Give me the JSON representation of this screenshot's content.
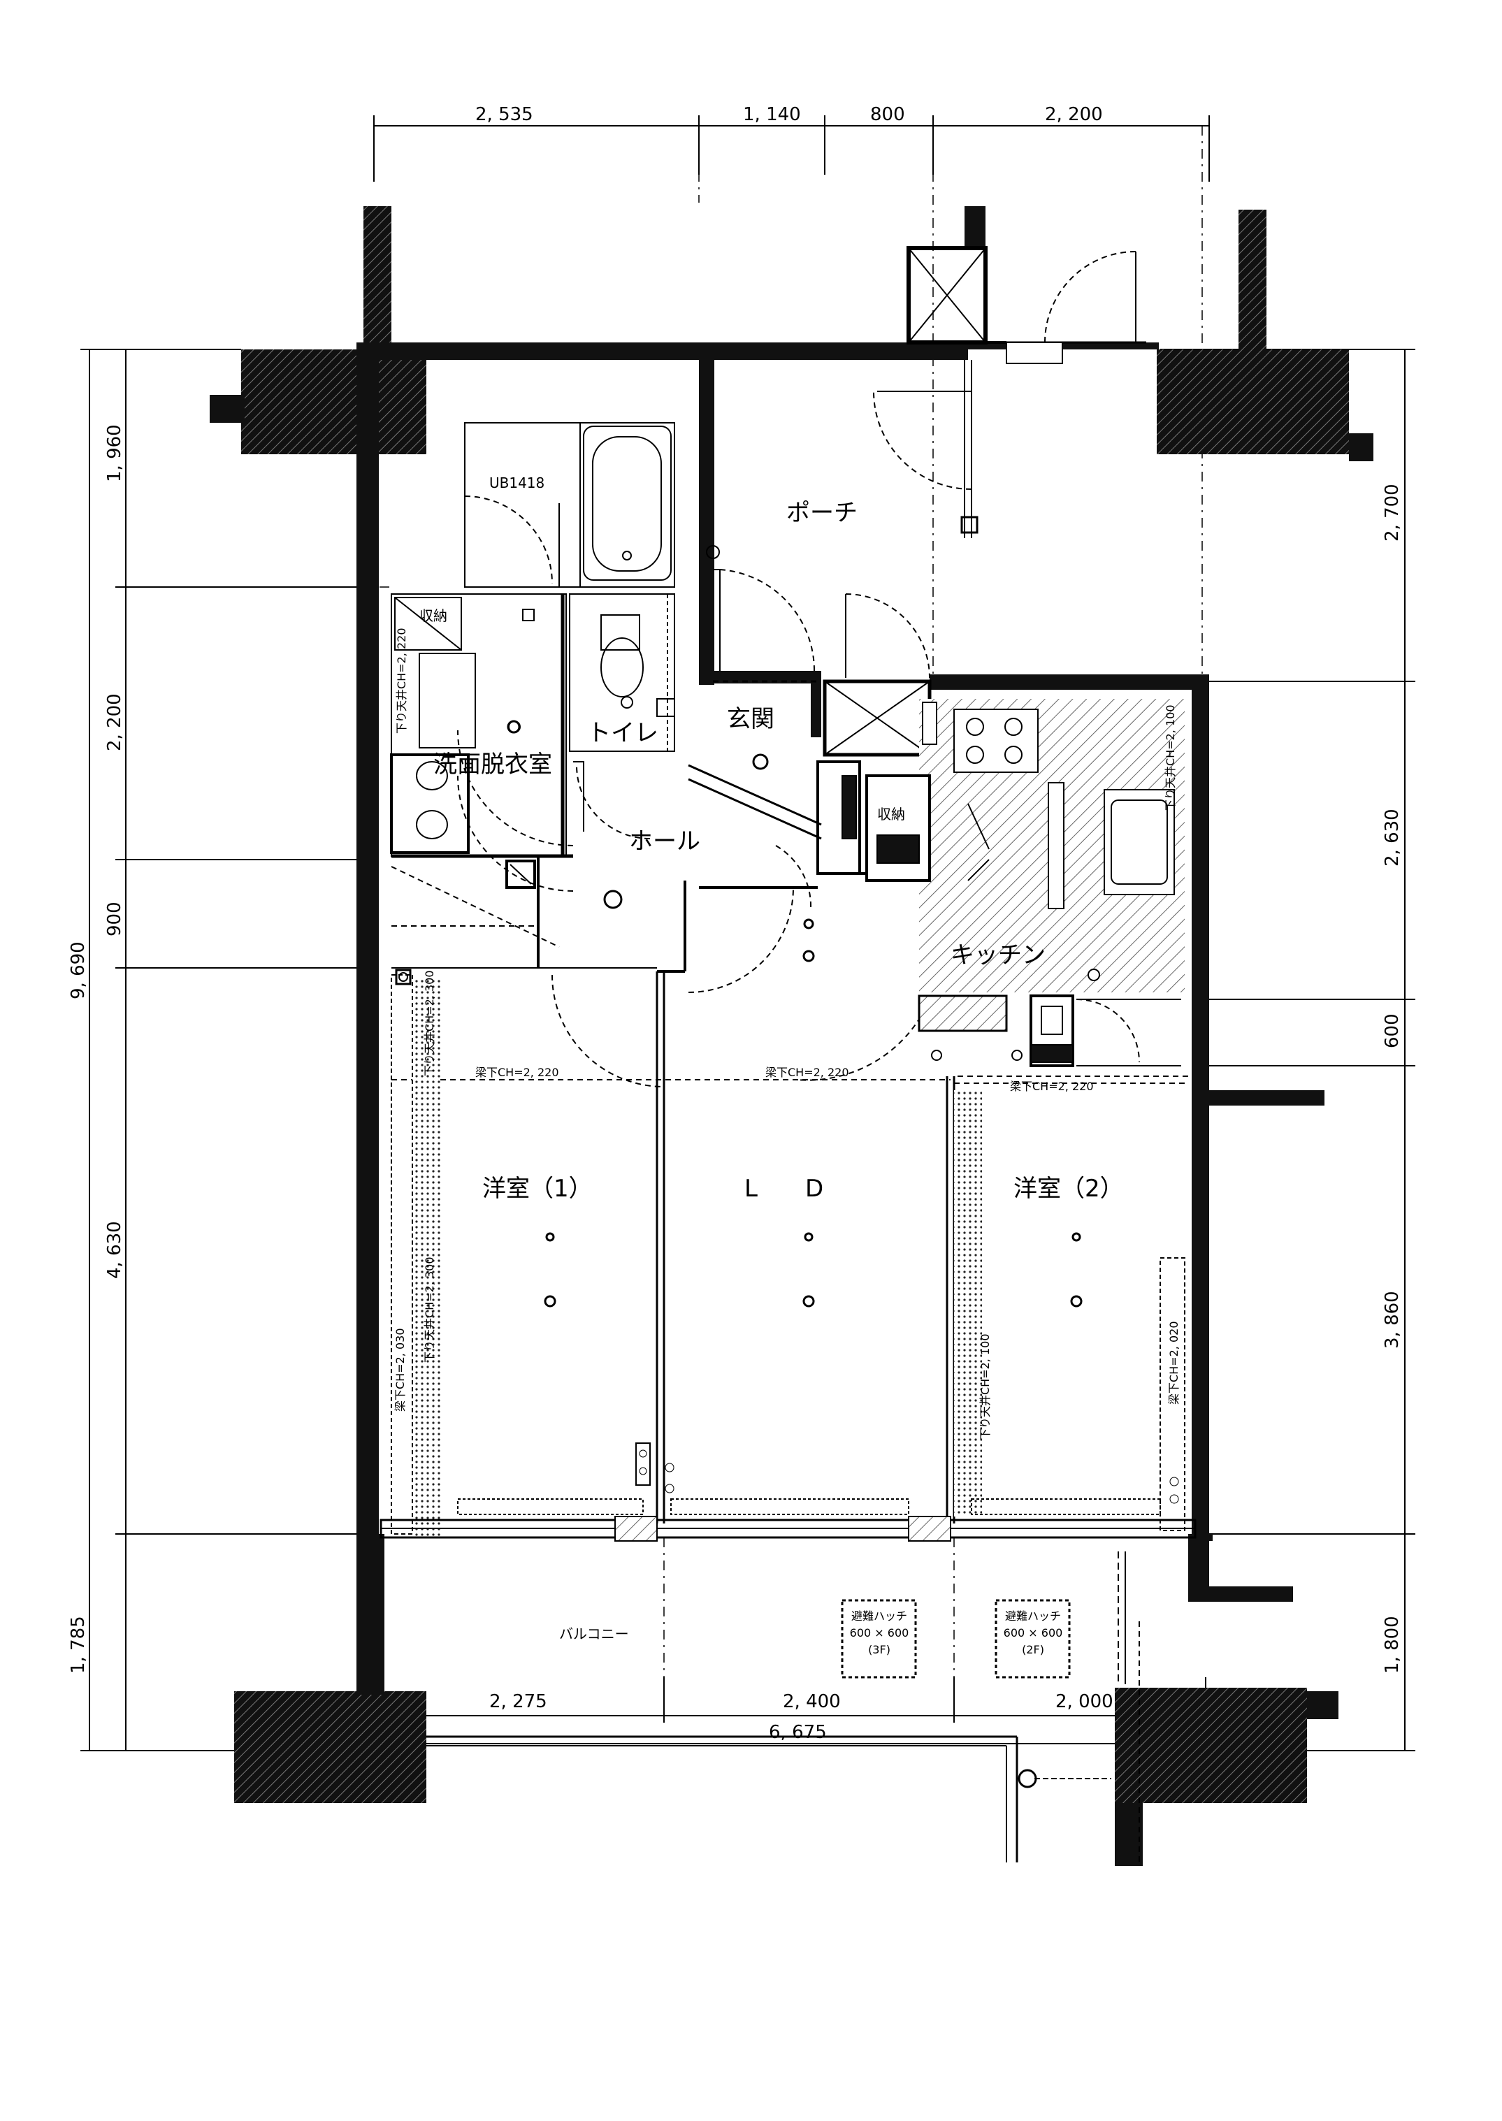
{
  "dimensions": {
    "top": [
      "2, 535",
      "1, 140",
      "800",
      "2, 200"
    ],
    "bottom": [
      "2, 275",
      "2, 400",
      "2, 000"
    ],
    "bottom_total": "6, 675",
    "left_total": "9, 690",
    "left": [
      "1, 960",
      "2, 200",
      "900",
      "4, 630",
      "1, 785"
    ],
    "right": [
      "2, 700",
      "2, 630",
      "600",
      "3, 860",
      "1, 800"
    ]
  },
  "rooms": {
    "ub": "UB1418",
    "porch": "ポーチ",
    "entrance": "玄関",
    "toilet": "トイレ",
    "washroom": "洗面脱衣室",
    "storage_wash": "収納",
    "storage_hall": "収納",
    "hall": "ホール",
    "kitchen": "キッチン",
    "western1": "洋室（1）",
    "ld": "L　　D",
    "western2": "洋室（2）",
    "balcony": "バルコニー"
  },
  "ceiling_notes": {
    "w1": "梁下CH=2, 220",
    "ld": "梁下CH=2, 220",
    "w2": "梁下CH=2, 220",
    "left_wall": "梁下CH=2, 030",
    "right_wall": "梁下CH=2, 020",
    "ld_vertical": "下り天井CH=2, 100",
    "wash_vertical": "下り天井CH=2, 220",
    "hall_vertical": "下り天井CH=2, 300",
    "w1_vertical": "下り天井CH=2, 300",
    "kitchen_vertical": "下り天井CH=2, 100"
  },
  "hatches": [
    {
      "title": "避難ハッチ",
      "size": "600 × 600",
      "floor": "(3F)"
    },
    {
      "title": "避難ハッチ",
      "size": "600 × 600",
      "floor": "(2F)"
    }
  ],
  "colors": {
    "ink": "#000000",
    "paper": "#ffffff",
    "hatch_fill": "#d9d9d9"
  }
}
